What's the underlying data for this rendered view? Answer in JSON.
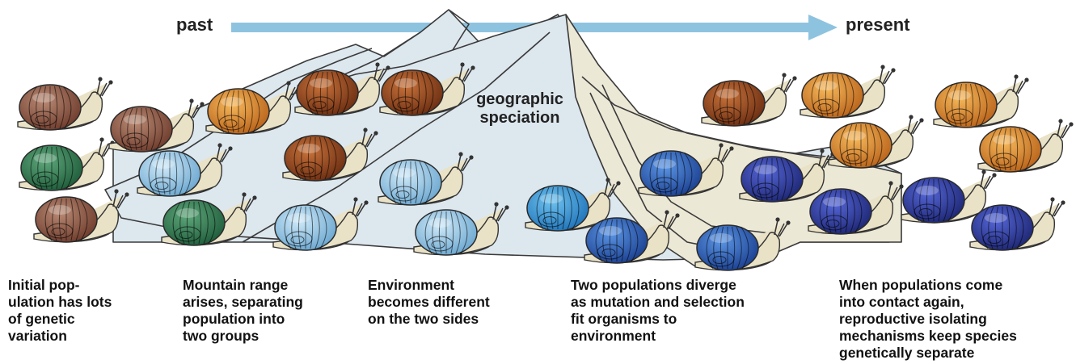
{
  "timeline": {
    "start_label": "past",
    "end_label": "present",
    "arrow_color": "#8ec3e0"
  },
  "mountain_label": "geographic\nspeciation",
  "colors": {
    "mountain_fill": "#dde7ee",
    "mountain_stroke": "#3a3a3a",
    "slope_fill": "#ece8d6",
    "snail_body": "#e9e2c6"
  },
  "captions": [
    "Initial pop-\nulation has lots\nof genetic\nvariation",
    "Mountain range\narises, separating\npopulation into\ntwo groups",
    "Environment\nbecomes different\non the two sides",
    "Two populations diverge\nas mutation and selection\nfit organisms to\nenvironment",
    "When populations come\ninto contact again,\nreproductive isolating\nmechanisms keep species\ngenetically separate"
  ],
  "shell_palettes": {
    "brown": [
      "#b98a74",
      "#6e3b2c"
    ],
    "rust": [
      "#c8723a",
      "#6a2d12"
    ],
    "orange": [
      "#f6b85a",
      "#b8621a"
    ],
    "green": [
      "#5ea77b",
      "#1f5c3a"
    ],
    "pale-blue": [
      "#cfe9f8",
      "#6aa6cf"
    ],
    "mid-blue": [
      "#6ec2ef",
      "#1f73b8"
    ],
    "blue": [
      "#5b95e4",
      "#1b3f8f"
    ],
    "royal-blue": [
      "#5566d6",
      "#1d2672"
    ]
  },
  "snails": [
    {
      "name": "snail-stage1-brown-top",
      "shell": "brown"
    },
    {
      "name": "snail-stage1-green",
      "shell": "green"
    },
    {
      "name": "snail-stage1-brown-bottom",
      "shell": "brown"
    },
    {
      "name": "snail-stage2-brown",
      "shell": "brown"
    },
    {
      "name": "snail-stage2-orange",
      "shell": "orange"
    },
    {
      "name": "snail-stage2-pale-blue",
      "shell": "pale-blue"
    },
    {
      "name": "snail-stage2-green",
      "shell": "green"
    },
    {
      "name": "snail-stage2-rust-upper",
      "shell": "rust"
    },
    {
      "name": "snail-stage2-rust-top",
      "shell": "rust"
    },
    {
      "name": "snail-stage2-rust-mid",
      "shell": "rust"
    },
    {
      "name": "snail-stage2-pale-blue-low",
      "shell": "pale-blue"
    },
    {
      "name": "snail-stage3-pale-blue-upper",
      "shell": "pale-blue"
    },
    {
      "name": "snail-stage3-pale-blue-lower",
      "shell": "pale-blue"
    },
    {
      "name": "snail-stage3-mid-blue",
      "shell": "mid-blue"
    },
    {
      "name": "snail-stage4-rust",
      "shell": "rust"
    },
    {
      "name": "snail-stage4-blue-upper",
      "shell": "blue"
    },
    {
      "name": "snail-stage4-royal-blue",
      "shell": "royal-blue"
    },
    {
      "name": "snail-stage4-blue-lower-left",
      "shell": "blue"
    },
    {
      "name": "snail-stage4-blue-lower-right",
      "shell": "blue"
    },
    {
      "name": "snail-stage5-orange-1",
      "shell": "orange"
    },
    {
      "name": "snail-stage5-orange-2",
      "shell": "orange"
    },
    {
      "name": "snail-stage5-orange-3",
      "shell": "orange"
    },
    {
      "name": "snail-stage5-orange-4",
      "shell": "orange"
    },
    {
      "name": "snail-stage5-royal-blue-1",
      "shell": "royal-blue"
    },
    {
      "name": "snail-stage5-royal-blue-2",
      "shell": "royal-blue"
    },
    {
      "name": "snail-stage5-royal-blue-3",
      "shell": "royal-blue"
    }
  ]
}
